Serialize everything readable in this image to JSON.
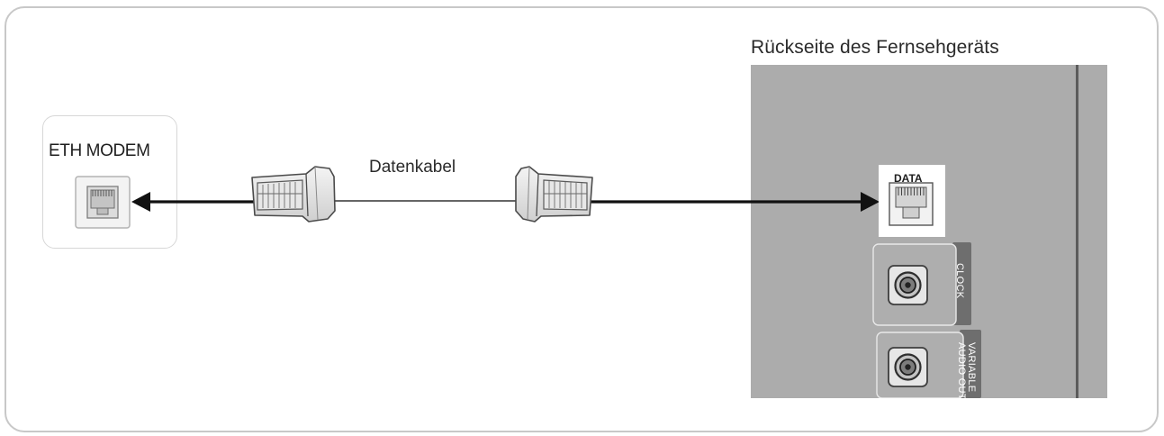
{
  "tv_back_title": "Rückseite des Fernsehgeräts",
  "modem_label": "ETH MODEM",
  "cable_label": "Datenkabel",
  "ports": {
    "data": "DATA",
    "clock": "CLOCK",
    "audio_line1": "VARIABLE",
    "audio_line2": "AUDIO OUT"
  },
  "colors": {
    "tv_panel": "#acacac",
    "tab": "#6e6e6e",
    "cable": "#111111"
  },
  "icons": [
    "ethernet-jack-icon",
    "rj45-plug-icon",
    "arrow-icon",
    "coaxial-port-icon"
  ]
}
